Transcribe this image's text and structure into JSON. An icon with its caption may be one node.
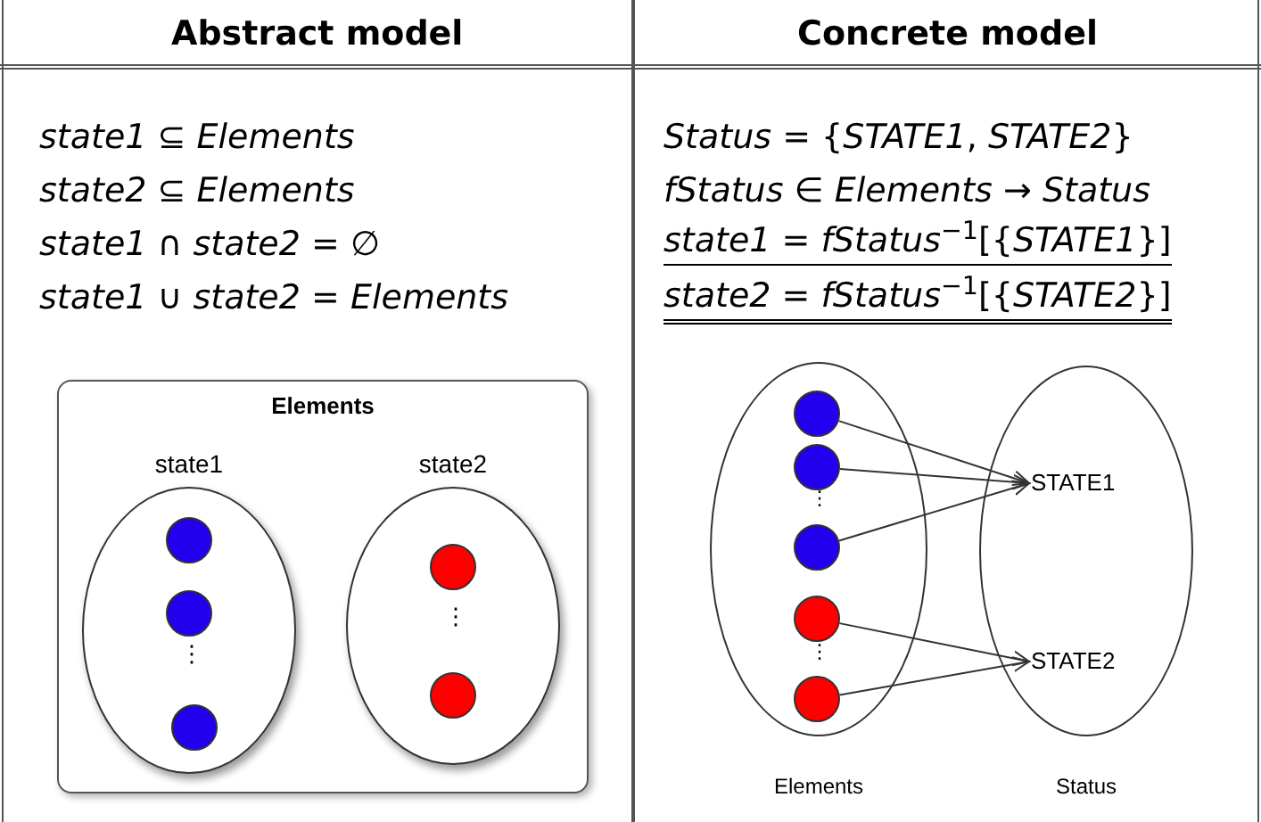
{
  "diagram": {
    "nodes": [
      {
        "text": [
          "Elements"
        ]
      },
      {
        "text": [
          "state1"
        ],
        "in": 0
      },
      {
        "text": [],
        "shape": "circle",
        "in": 1
      },
      {
        "text": [],
        "shape": "circle",
        "in": 1
      },
      {
        "text": [],
        "shape": "circle",
        "in": 1
      },
      {
        "text": [
          "state2"
        ],
        "in": 0
      },
      {
        "text": [],
        "shape": "circle",
        "in": 5
      },
      {
        "text": [],
        "shape": "circle",
        "in": 5
      },
      {
        "text": [
          "Elements"
        ]
      },
      {
        "text": [],
        "shape": "circle",
        "in": 8
      },
      {
        "text": [],
        "shape": "circle",
        "in": 8
      },
      {
        "text": [],
        "shape": "circle",
        "in": 8
      },
      {
        "text": [],
        "shape": "circle",
        "in": 8
      },
      {
        "text": [],
        "shape": "circle",
        "in": 8
      },
      {
        "text": [
          "Status"
        ]
      },
      {
        "text": [
          "STATE1"
        ],
        "in": 14
      },
      {
        "text": [
          "STATE2"
        ],
        "in": 14
      }
    ],
    "edges": [
      {
        "from": 9,
        "to": 15,
        "arrow": "to"
      },
      {
        "from": 10,
        "to": 15,
        "arrow": "to"
      },
      {
        "from": 11,
        "to": 15,
        "arrow": "to"
      },
      {
        "from": 12,
        "to": 16,
        "arrow": "to"
      },
      {
        "from": 13,
        "to": 16,
        "arrow": "to"
      }
    ],
    "labels": [
      "Abstract model",
      "Concrete model",
      "*state1* ⊆ *Elements*",
      "*state2* ⊆ *Elements*",
      "*state1* ∩ *state2* = ∅",
      "*state1* ∪ *state2* = *Elements*",
      "*Status* = {*STATE1*, *STATE2*}",
      "*fStatus* ∈ *Elements* → *Status*",
      "*state1* = *fStatus*$^{−1}$[{*STATE1*}]",
      "*state2* = *fStatus*$^{−1}$[{*STATE2*}]",
      "⋮",
      "⋮",
      "⋮",
      "⋮"
    ]
  }
}
